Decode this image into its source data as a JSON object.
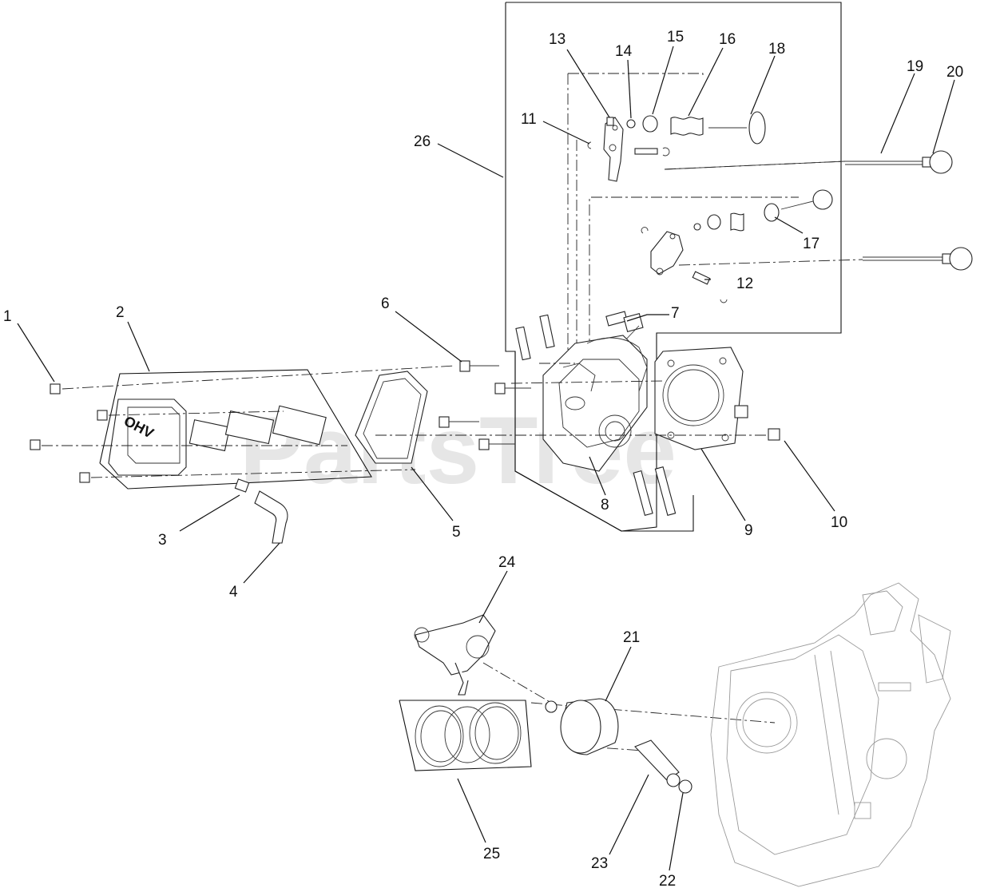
{
  "watermark": "PartsTree",
  "stamp": "OHV",
  "callouts": {
    "c1": "1",
    "c2": "2",
    "c3": "3",
    "c4": "4",
    "c5": "5",
    "c6": "6",
    "c7": "7",
    "c8": "8",
    "c9": "9",
    "c10": "10",
    "c11": "11",
    "c12": "12",
    "c13": "13",
    "c14": "14",
    "c15": "15",
    "c16": "16",
    "c17": "17",
    "c18": "18",
    "c19": "19",
    "c20": "20",
    "c21": "21",
    "c22": "22",
    "c23": "23",
    "c24": "24",
    "c25": "25",
    "c26": "26"
  }
}
